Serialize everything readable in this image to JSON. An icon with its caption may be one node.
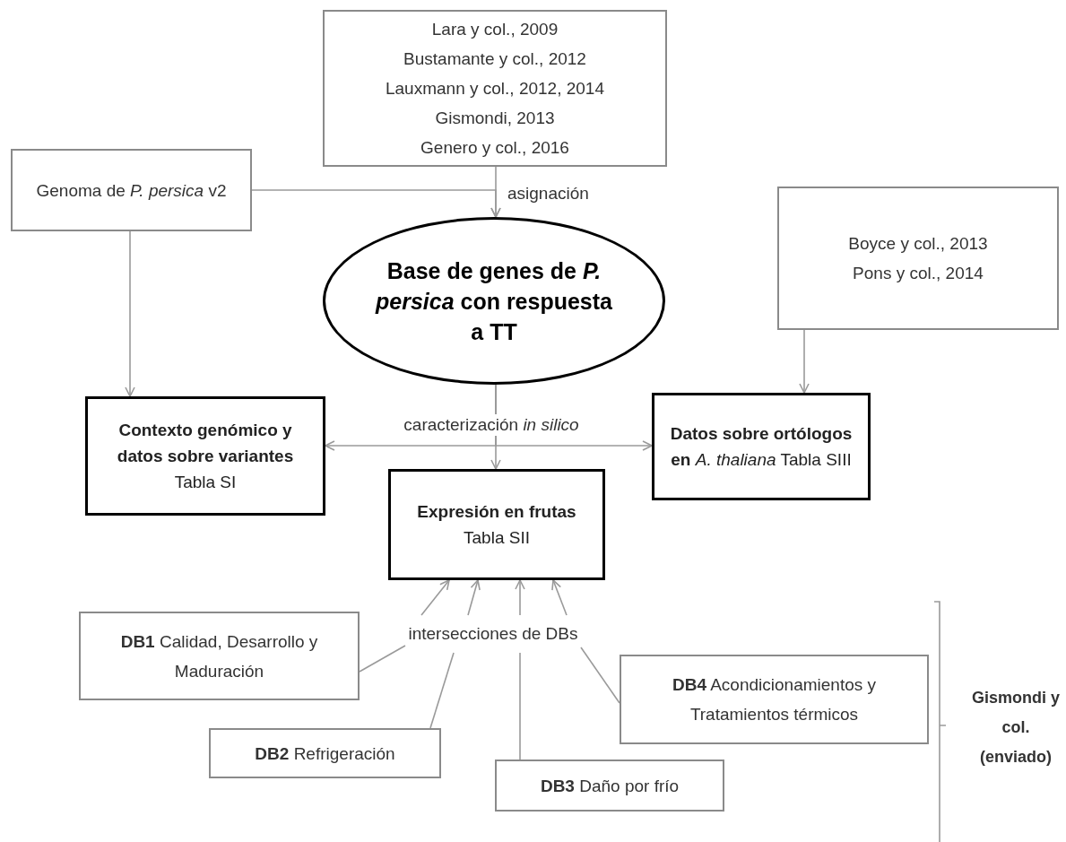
{
  "diagram": {
    "nodes": [
      {
        "text": [
          "Lara y col., 2009",
          "Bustamante y col., 2012",
          "Lauxmann y col., 2012, 2014",
          "Gismondi, 2013",
          "Genero y col., 2016"
        ]
      },
      {
        "text": [
          "Genoma de *P. persica* v2"
        ]
      },
      {
        "text": [
          "Base de genes de *P. persica* con respuesta a TT"
        ]
      },
      {
        "text": [
          "Boyce y col., 2013",
          "Pons y col., 2014"
        ]
      },
      {
        "text": [
          "**Contexto genómico y datos sobre variantes** Tabla SI"
        ]
      },
      {
        "text": [
          "**Datos sobre ortólogos en** *A. thaliana* Tabla SIII"
        ]
      },
      {
        "text": [
          "**Expresión en frutas** Tabla SII"
        ]
      },
      {
        "text": [
          "intersecciones de DBs"
        ]
      },
      {
        "text": [
          "**DB1** Calidad, Desarrollo y Maduración"
        ]
      },
      {
        "text": [
          "**DB2** Refrigeración"
        ]
      },
      {
        "text": [
          "**DB3** Daño por frío"
        ]
      },
      {
        "text": [
          "**DB4** Acondicionamientos y Tratamientos térmicos"
        ]
      }
    ],
    "edges": [
      {
        "from": 0,
        "to": 2,
        "arrow": "to",
        "label": "asignación"
      },
      {
        "from": 1,
        "to": 2,
        "arrow": "to"
      },
      {
        "from": 1,
        "to": 4,
        "arrow": "to"
      },
      {
        "from": 3,
        "to": 5,
        "arrow": "to"
      },
      {
        "from": 2,
        "to": 4,
        "arrow": "to"
      },
      {
        "from": 2,
        "to": 5,
        "arrow": "to"
      },
      {
        "from": 2,
        "to": 6,
        "arrow": "to",
        "label": "caracterización *in silico*"
      },
      {
        "from": 7,
        "to": 6,
        "arrow": "to"
      },
      {
        "from": 7,
        "to": 6,
        "arrow": "to"
      },
      {
        "from": 7,
        "to": 6,
        "arrow": "to"
      },
      {
        "from": 7,
        "to": 6,
        "arrow": "to"
      },
      {
        "from": 8,
        "to": 7,
        "arrow": "none"
      },
      {
        "from": 9,
        "to": 7,
        "arrow": "none"
      },
      {
        "from": 10,
        "to": 7,
        "arrow": "none"
      },
      {
        "from": 11,
        "to": 7,
        "arrow": "none"
      }
    ],
    "labels": [
      "Gismondi y col. (enviado)"
    ]
  }
}
